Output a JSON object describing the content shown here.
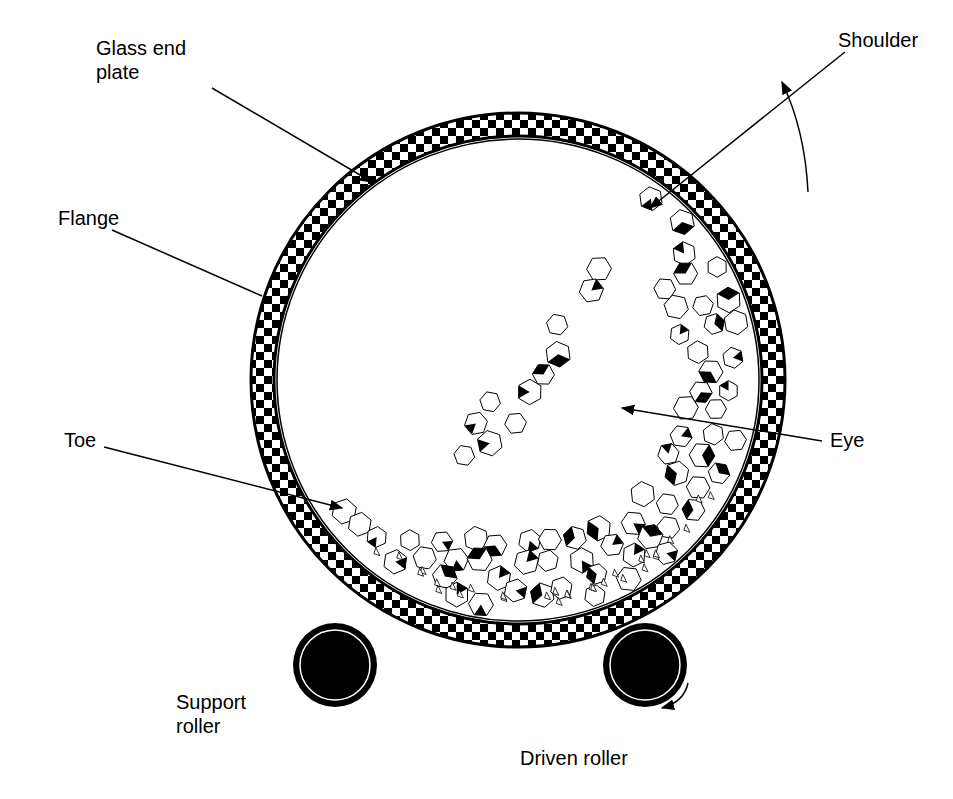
{
  "diagram": {
    "labels": [
      "Glass end plate",
      "Shoulder",
      "Flange",
      "Toe",
      "Eye",
      "Support roller",
      "Driven roller"
    ]
  }
}
